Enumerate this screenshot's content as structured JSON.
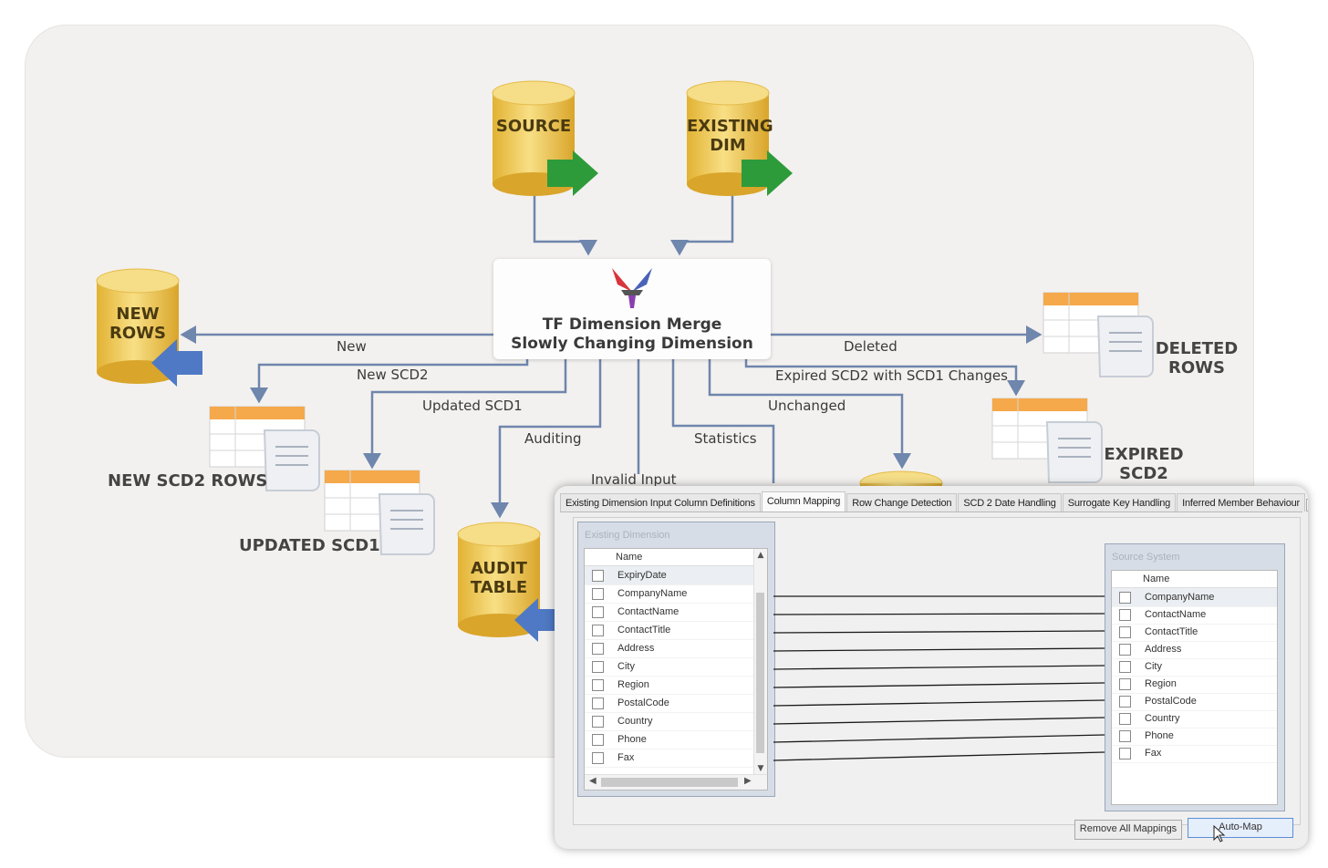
{
  "diagram": {
    "center": {
      "title_line1": "TF Dimension Merge",
      "title_line2": "Slowly Changing Dimension"
    },
    "cylinders": {
      "source": "SOURCE",
      "existing_line1": "EXISTING",
      "existing_line2": "DIM",
      "new_rows_line1": "NEW",
      "new_rows_line2": "ROWS",
      "audit_line1": "AUDIT",
      "audit_line2": "TABLE"
    },
    "tables": {
      "new_scd2": "NEW SCD2 ROWS",
      "updated_scd1": "UPDATED SCD1",
      "deleted_line1": "DELETED",
      "deleted_line2": "ROWS",
      "expired_line1": "EXPIRED",
      "expired_line2": "SCD2"
    },
    "edges": {
      "new": "New",
      "new_scd2": "New SCD2",
      "updated_scd1": "Updated SCD1",
      "auditing": "Auditing",
      "invalid_input": "Invalid Input",
      "statistics": "Statistics",
      "unchanged": "Unchanged",
      "expired": "Expired SCD2 with SCD1 Changes",
      "deleted": "Deleted"
    },
    "colors": {
      "cylinder": "#f0c84a",
      "arrow_green": "#2e9b3a",
      "arrow_blue": "#4f79c4",
      "connector": "#6f86ad",
      "table_header": "#f5a94a"
    }
  },
  "dialog": {
    "tabs": [
      "Existing Dimension Input Column Definitions",
      "Column Mapping",
      "Row Change Detection",
      "SCD 2 Date Handling",
      "Surrogate Key Handling",
      "Inferred Member Behaviour"
    ],
    "active_tab": "Column Mapping",
    "existing_panel": {
      "title": "Existing Dimension",
      "column_header": "Name",
      "rows": [
        "ExpiryDate",
        "CompanyName",
        "ContactName",
        "ContactTitle",
        "Address",
        "City",
        "Region",
        "PostalCode",
        "Country",
        "Phone",
        "Fax"
      ]
    },
    "source_panel": {
      "title": "Source System",
      "column_header": "Name",
      "rows": [
        "CompanyName",
        "ContactName",
        "ContactTitle",
        "Address",
        "City",
        "Region",
        "PostalCode",
        "Country",
        "Phone",
        "Fax"
      ]
    },
    "buttons": {
      "remove_all": "Remove All Mappings",
      "auto_map": "Auto-Map"
    }
  }
}
